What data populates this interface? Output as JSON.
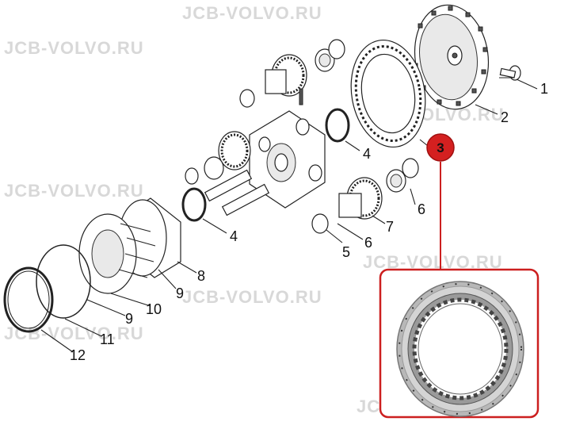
{
  "watermark": "JCB-VOLVO.RU",
  "callouts": [
    "1",
    "2",
    "4",
    "6",
    "4",
    "7",
    "5",
    "6",
    "8",
    "9",
    "10",
    "9",
    "11",
    "12"
  ],
  "highlight": {
    "label": "3",
    "color": "#d42020"
  },
  "colors": {
    "inset_border": "#cc1f1f",
    "watermark": "#d8d8d8"
  }
}
